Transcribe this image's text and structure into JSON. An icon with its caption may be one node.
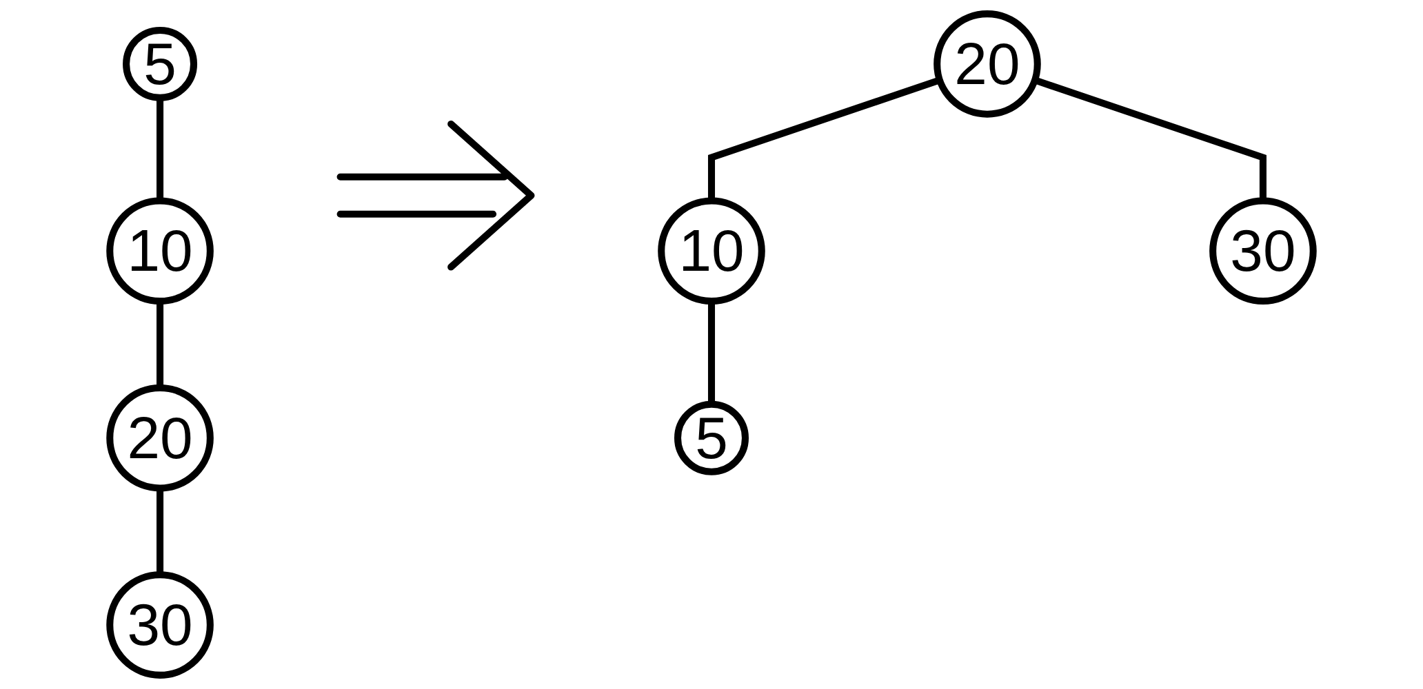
{
  "diagram": {
    "nodes": [
      {
        "text": [
          "5"
        ]
      },
      {
        "text": [
          "10"
        ]
      },
      {
        "text": [
          "20"
        ]
      },
      {
        "text": [
          "30"
        ]
      },
      {
        "text": [
          "20"
        ]
      },
      {
        "text": [
          "10"
        ]
      },
      {
        "text": [
          "30"
        ]
      },
      {
        "text": [
          "5"
        ]
      }
    ],
    "edges": [
      {
        "from": 0,
        "to": 1,
        "arrow": "none"
      },
      {
        "from": 1,
        "to": 2,
        "arrow": "none"
      },
      {
        "from": 2,
        "to": 3,
        "arrow": "none"
      },
      {
        "from": 4,
        "to": 5,
        "arrow": "none"
      },
      {
        "from": 4,
        "to": 6,
        "arrow": "none"
      },
      {
        "from": 5,
        "to": 7,
        "arrow": "none"
      }
    ]
  }
}
